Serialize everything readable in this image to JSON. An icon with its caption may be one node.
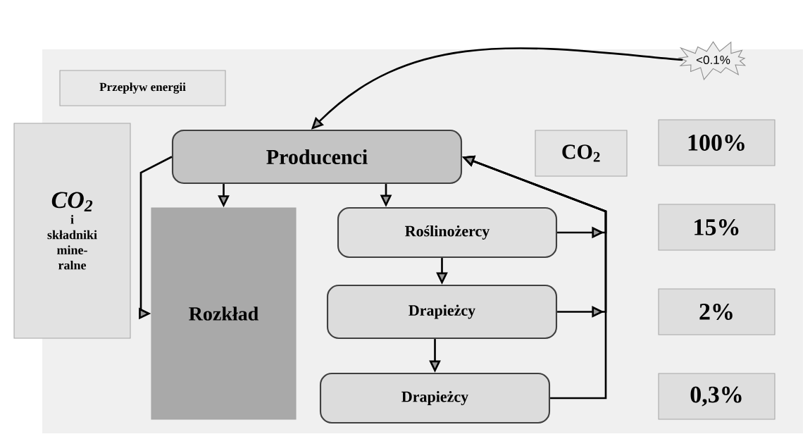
{
  "diagram": {
    "nodes": [
      {
        "text": [
          "Przepływ energii"
        ]
      },
      {
        "text": [
          "<0.1%"
        ]
      },
      {
        "text": [
          "CO$_{2}$",
          "i składniki mine- ralne"
        ]
      },
      {
        "text": [
          "Producenci"
        ]
      },
      {
        "text": [
          "Rozkład"
        ]
      },
      {
        "text": [
          "Roślinożercy"
        ]
      },
      {
        "text": [
          "Drapieżcy"
        ]
      },
      {
        "text": [
          "Drapieżcy"
        ]
      },
      {
        "text": [
          "CO$_{2}$"
        ]
      },
      {
        "text": [
          "100%"
        ]
      },
      {
        "text": [
          "15%"
        ]
      },
      {
        "text": [
          "2%"
        ]
      },
      {
        "text": [
          "0,3%"
        ]
      }
    ],
    "edges": [
      {
        "from": 1,
        "to": 3,
        "arrow": "to"
      },
      {
        "from": 3,
        "to": 4,
        "arrow": "to"
      },
      {
        "from": 3,
        "to": 5,
        "arrow": "to"
      },
      {
        "from": 5,
        "to": 6,
        "arrow": "to"
      },
      {
        "from": 6,
        "to": 7,
        "arrow": "to"
      },
      {
        "from": 3,
        "to": 4,
        "arrow": "to"
      },
      {
        "from": 5,
        "to": 3,
        "arrow": "to"
      },
      {
        "from": 6,
        "to": 3,
        "arrow": "to"
      },
      {
        "from": 7,
        "to": 3,
        "arrow": "to"
      }
    ]
  }
}
